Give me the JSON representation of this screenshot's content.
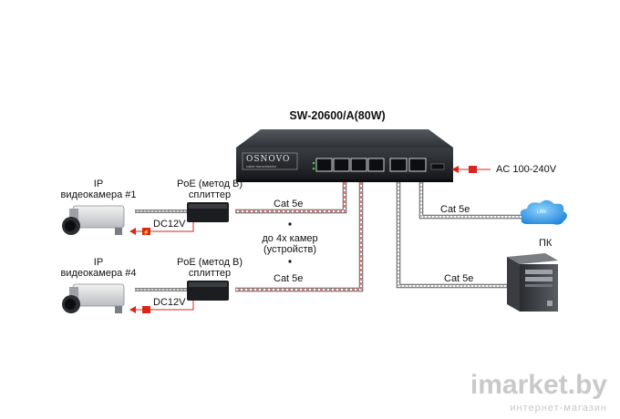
{
  "switch": {
    "model": "SW-20600/A(80W)",
    "brand": "OSNOVO",
    "brand_sub": "cable transmission"
  },
  "power_label": "AC 100-240V",
  "cameras": [
    {
      "title_line1": "IP",
      "title_line2": "видеокамера #1"
    },
    {
      "title_line1": "IP",
      "title_line2": "видеокамера #4"
    }
  ],
  "splitters": [
    {
      "line1": "PoE (метод B)",
      "line2": "сплиттер"
    },
    {
      "line1": "PoE (метод B)",
      "line2": "сплиттер"
    }
  ],
  "dc_labels": [
    "DC12V",
    "DC12V"
  ],
  "cable_labels": {
    "cam1": "Cat 5e",
    "cam4": "Cat 5e",
    "cloud": "Cat 5e",
    "pc": "Cat 5e"
  },
  "ellipsis_note": {
    "line1": "до 4х камер",
    "line2": "(устройств)"
  },
  "cloud_label": "LAN",
  "pc_label": "ПК",
  "watermark": {
    "main": "imarket.by",
    "sub": "интернет-магазин"
  },
  "colors": {
    "arrow_red": "#d9261c",
    "switch_body": "#2a2c30",
    "cable_dash": "#d9261c"
  }
}
